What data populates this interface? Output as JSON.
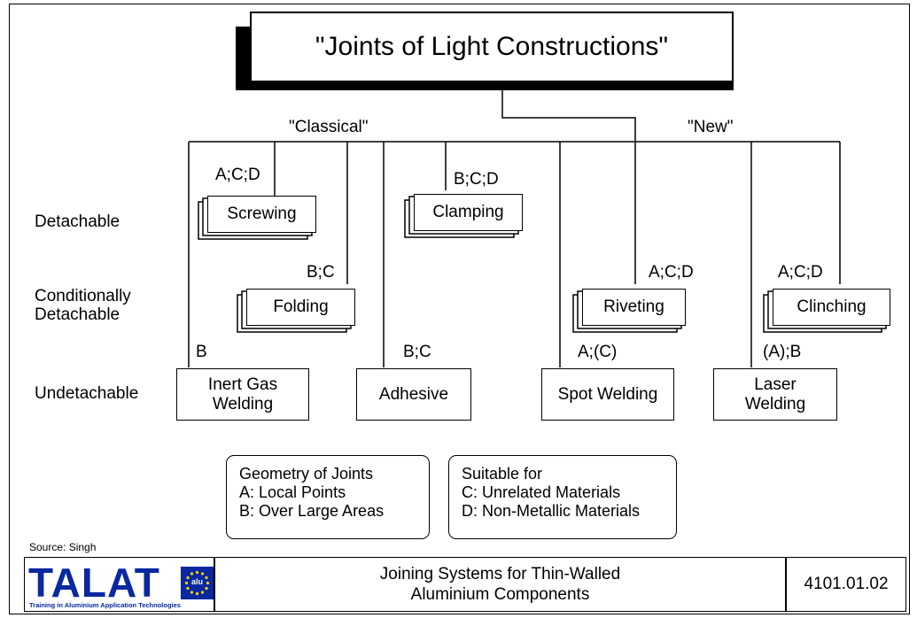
{
  "title": "\"Joints of Light Constructions\"",
  "groups": {
    "classical": "\"Classical\"",
    "new": "\"New\""
  },
  "rows": {
    "detachable": "Detachable",
    "conditional_line1": "Conditionally",
    "conditional_line2": "Detachable",
    "undetachable": "Undetachable"
  },
  "joints": {
    "screwing": {
      "label": "Screwing",
      "code": "A;C;D"
    },
    "clamping": {
      "label": "Clamping",
      "code": "B;C;D"
    },
    "folding": {
      "label": "Folding",
      "code": "B;C"
    },
    "riveting": {
      "label": "Riveting",
      "code": "A;C;D"
    },
    "clinching": {
      "label": "Clinching",
      "code": "A;C;D"
    },
    "inert_gas": {
      "line1": "Inert Gas",
      "line2": "Welding",
      "code": "B"
    },
    "adhesive": {
      "label": "Adhesive",
      "code": "B;C"
    },
    "spot_welding": {
      "label": "Spot Welding",
      "code": "A;(C)"
    },
    "laser": {
      "line1": "Laser",
      "line2": "Welding",
      "code": "(A);B"
    }
  },
  "legend_geometry": {
    "title": "Geometry of Joints",
    "a": "A: Local Points",
    "b": "B: Over Large Areas"
  },
  "legend_suitable": {
    "title": "Suitable for",
    "c": "C: Unrelated Materials",
    "d": "D: Non-Metallic Materials"
  },
  "source": "Source: Singh",
  "footer": {
    "logo_text": "TALAT",
    "logo_sub": "Training in Aluminium Application Technologies",
    "logo_badge": "alu",
    "title_line1": "Joining Systems for Thin-Walled",
    "title_line2": "Aluminium Components",
    "code": "4101.01.02"
  },
  "colors": {
    "logo_blue": "#0a28a0",
    "line": "#000000",
    "shadow": "#000000"
  }
}
